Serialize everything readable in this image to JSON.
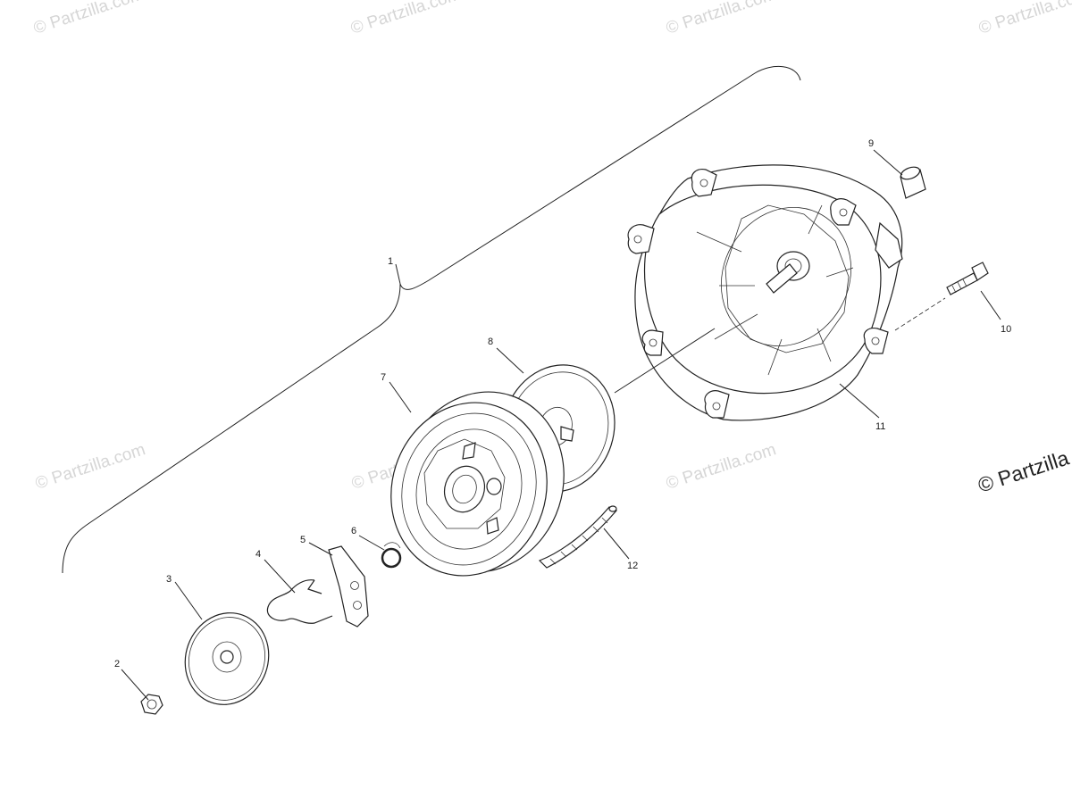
{
  "watermarks": {
    "light": [
      "© Partzilla.com",
      "© Partzilla.com",
      "© Partzilla.com",
      "© Partzilla.com",
      "© Partzilla.com",
      "© Partzilla.com",
      "© Partzilla.com"
    ],
    "strong": "© Partzilla"
  },
  "callouts": [
    "1",
    "2",
    "3",
    "4",
    "5",
    "6",
    "7",
    "8",
    "9",
    "10",
    "11",
    "12"
  ],
  "colors": {
    "line": "#222222",
    "watermark": "#d6d6d6",
    "background": "#ffffff"
  }
}
